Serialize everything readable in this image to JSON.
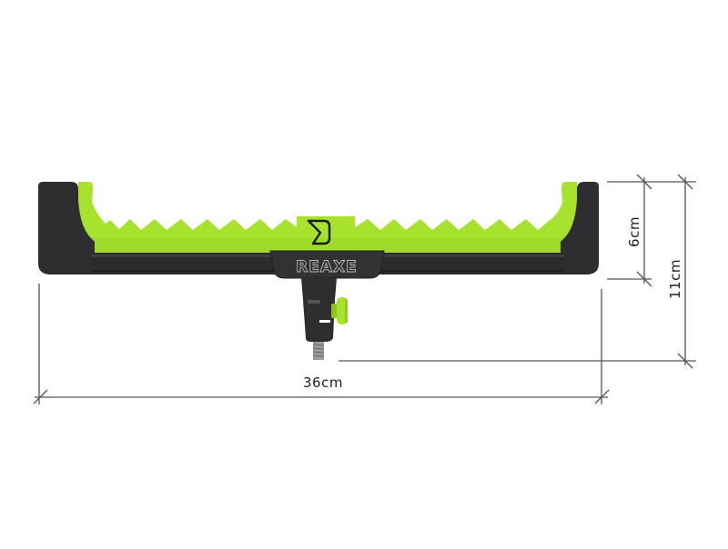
{
  "product": {
    "brand_logo": "REAXE",
    "emblem": "D",
    "colors": {
      "accent_green": "#a6e22e",
      "accent_green_dark": "#8cc51e",
      "body_dark": "#2b2b2d",
      "body_mid": "#3a3a3c",
      "line": "#555555",
      "text": "#1e1e1e"
    },
    "tooth_count_left": 8,
    "tooth_count_right": 8
  },
  "dimensions": {
    "width_label": "36cm",
    "inner_height_label": "6cm",
    "total_height_label": "11cm"
  }
}
